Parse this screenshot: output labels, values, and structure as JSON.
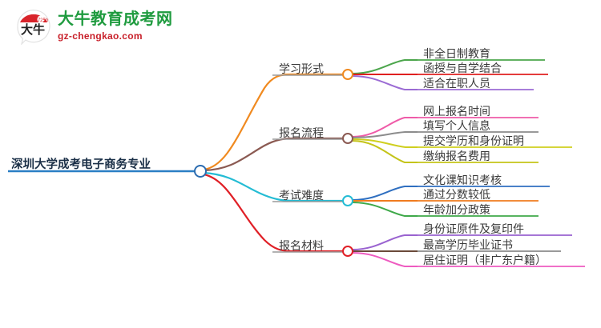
{
  "logo": {
    "mark_name": "daniu-bull-speech-bubble-logo",
    "mark_text": "大牛",
    "title": "大牛教育成考网",
    "subtitle": "gz-chengkao.com",
    "title_color": "#1f9b3f",
    "subtitle_color": "#c8202a",
    "mark_arc_color": "#d8232a"
  },
  "mindmap": {
    "root": {
      "label": "深圳大学成考电子商务专业",
      "underline_color": "#2b7fc4",
      "connector_color": "#2b6cb0"
    },
    "branches": [
      {
        "label": "学习形式",
        "color": "#f08a20",
        "underline_color": "#8a8a8a",
        "children": [
          {
            "label": "非全日制教育",
            "color": "#4ca64c"
          },
          {
            "label": "函授与自学结合",
            "color": "#e02020"
          },
          {
            "label": "适合在职人员",
            "color": "#9b6bd4"
          }
        ]
      },
      {
        "label": "报名流程",
        "color": "#8b5a52",
        "underline_color": "#8a8a8a",
        "children": [
          {
            "label": "网上报名时间",
            "color": "#ef5ba8"
          },
          {
            "label": "填写个人信息",
            "color": "#8c8c8c"
          },
          {
            "label": "提交学历和身份证明",
            "color": "#cfcf1f"
          },
          {
            "label": "缴纳报名费用",
            "color": "#c4c41a"
          }
        ]
      },
      {
        "label": "考试难度",
        "color": "#24bcd4",
        "underline_color": "#8a8a8a",
        "children": [
          {
            "label": "文化课知识考核",
            "color": "#2f6fc0"
          },
          {
            "label": "通过分数较低",
            "color": "#f07b1f"
          },
          {
            "label": "年龄加分政策",
            "color": "#3fa94a"
          }
        ]
      },
      {
        "label": "报名材料",
        "color": "#e02027",
        "underline_color": "#8a8a8a",
        "children": [
          {
            "label": "身份证原件及复印件",
            "color": "#9a63d0"
          },
          {
            "label": "最高学历毕业证书",
            "color": "#6b4a3a"
          },
          {
            "label": "居住证明（非广东户籍）",
            "color": "#ee5bc0"
          }
        ]
      }
    ]
  }
}
